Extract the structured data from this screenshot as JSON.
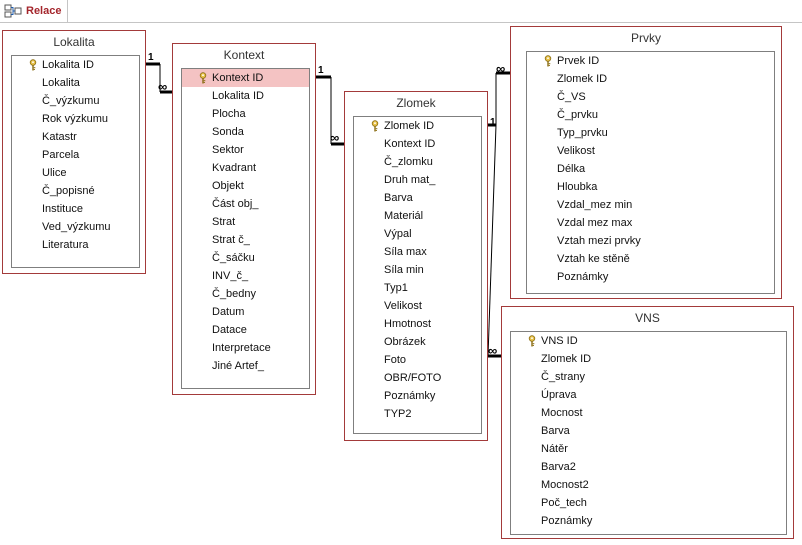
{
  "tab": {
    "label": "Relace",
    "icon": "relationships-icon"
  },
  "tables": {
    "lokalita": {
      "title": "Lokalita",
      "fields": [
        "Lokalita ID",
        "Lokalita",
        "Č_výzkumu",
        "Rok výzkumu",
        "Katastr",
        "Parcela",
        "Ulice",
        "Č_popisné",
        "Instituce",
        "Ved_výzkumu",
        "Literatura"
      ],
      "key_field": "Lokalita ID"
    },
    "kontext": {
      "title": "Kontext",
      "fields": [
        "Kontext ID",
        "Lokalita ID",
        "Plocha",
        "Sonda",
        "Sektor",
        "Kvadrant",
        "Objekt",
        "Část obj_",
        "Strat",
        "Strat č_",
        "Č_sáčku",
        "INV_č_",
        "Č_bedny",
        "Datum",
        "Datace",
        "Interpretace",
        "Jiné Artef_"
      ],
      "key_field": "Kontext ID",
      "selected_field": "Kontext ID"
    },
    "zlomek": {
      "title": "Zlomek",
      "fields": [
        "Zlomek ID",
        "Kontext ID",
        "Č_zlomku",
        "Druh mat_",
        "Barva",
        "Materiál",
        "Výpal",
        "Síla max",
        "Síla min",
        "Typ1",
        "Velikost",
        "Hmotnost",
        "Obrázek",
        "Foto",
        "OBR/FOTO",
        "Poznámky",
        "TYP2"
      ],
      "key_field": "Zlomek ID"
    },
    "prvky": {
      "title": "Prvky",
      "fields": [
        "Prvek ID",
        "Zlomek ID",
        "Č_VS",
        "Č_prvku",
        "Typ_prvku",
        "Velikost",
        "Délka",
        "Hloubka",
        "Vzdal_mez min",
        "Vzdal mez max",
        "Vztah mezi prvky",
        "Vztah ke stěně",
        "Poznámky"
      ],
      "key_field": "Prvek ID"
    },
    "vns": {
      "title": "VNS",
      "fields": [
        "VNS ID",
        "Zlomek ID",
        "Č_strany",
        "Úprava",
        "Mocnost",
        "Barva",
        "Nátěr",
        "Barva2",
        "Mocnost2",
        "Poč_tech",
        "Poznámky"
      ],
      "key_field": "VNS ID"
    }
  },
  "relationships": {
    "one_label": "1",
    "many_label": "∞",
    "links": [
      {
        "from": "Lokalita",
        "to": "Kontext"
      },
      {
        "from": "Kontext",
        "to": "Zlomek"
      },
      {
        "from": "Zlomek",
        "to": "Prvky"
      },
      {
        "from": "Zlomek",
        "to": "VNS"
      }
    ]
  },
  "colors": {
    "table_border": "#a33a3a",
    "selected_field": "#f4c3c3",
    "tab_text": "#a4262c"
  }
}
